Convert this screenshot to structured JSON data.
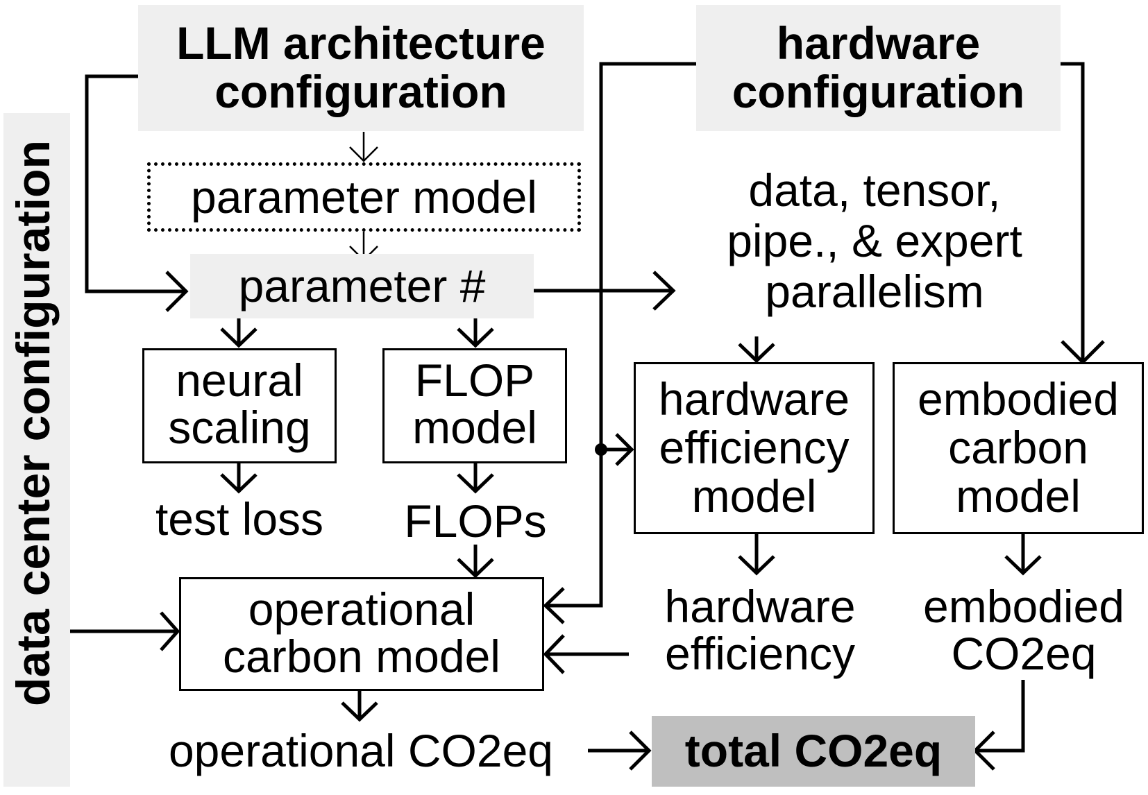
{
  "nodes": {
    "llm_arch": "LLM architecture\nconfiguration",
    "hw_config": "hardware\nconfiguration",
    "dc_config": "data center configuration",
    "param_model": "parameter model",
    "param_count": "parameter #",
    "parallelism": "data, tensor,\npipe., & expert\nparallelism",
    "neural_scaling": "neural\nscaling",
    "flop_model": "FLOP\nmodel",
    "hw_eff_model": "hardware\nefficiency\nmodel",
    "embodied_model": "embodied\ncarbon\nmodel",
    "test_loss": "test loss",
    "flops": "FLOPs",
    "op_model": "operational\ncarbon model",
    "hw_eff": "hardware\nefficiency",
    "embodied_co2": "embodied\nCO2eq",
    "op_co2": "operational CO2eq",
    "total_co2": "total CO2eq"
  },
  "colors": {
    "shaded_box": "#efefef",
    "total_box": "#bfbfbf",
    "line": "#000000"
  }
}
